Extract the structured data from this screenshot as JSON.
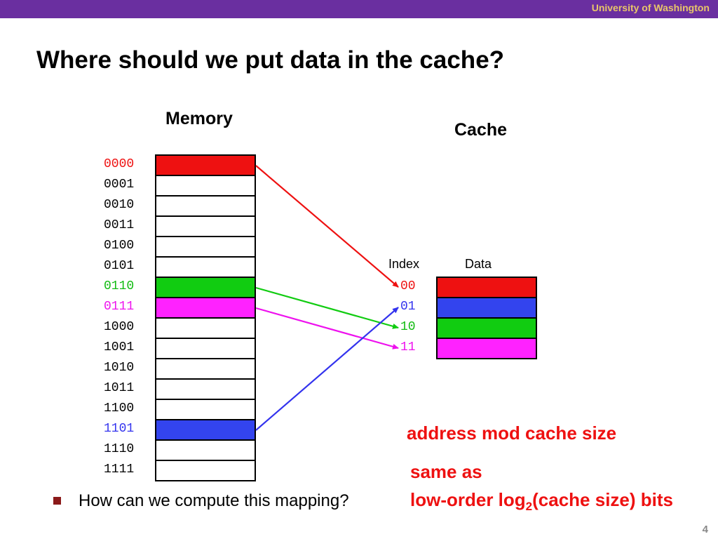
{
  "header": {
    "institution": "University of Washington"
  },
  "title": "Where should we put data in the cache?",
  "memory": {
    "label": "Memory",
    "addresses": [
      {
        "addr": "0000",
        "color": "#ee1111",
        "fill": "#ee1111"
      },
      {
        "addr": "0001",
        "color": "#000000",
        "fill": "#ffffff"
      },
      {
        "addr": "0010",
        "color": "#000000",
        "fill": "#ffffff"
      },
      {
        "addr": "0011",
        "color": "#000000",
        "fill": "#ffffff"
      },
      {
        "addr": "0100",
        "color": "#000000",
        "fill": "#ffffff"
      },
      {
        "addr": "0101",
        "color": "#000000",
        "fill": "#ffffff"
      },
      {
        "addr": "0110",
        "color": "#11bb11",
        "fill": "#11cc11"
      },
      {
        "addr": "0111",
        "color": "#ee11ee",
        "fill": "#ff22ff"
      },
      {
        "addr": "1000",
        "color": "#000000",
        "fill": "#ffffff"
      },
      {
        "addr": "1001",
        "color": "#000000",
        "fill": "#ffffff"
      },
      {
        "addr": "1010",
        "color": "#000000",
        "fill": "#ffffff"
      },
      {
        "addr": "1011",
        "color": "#000000",
        "fill": "#ffffff"
      },
      {
        "addr": "1100",
        "color": "#000000",
        "fill": "#ffffff"
      },
      {
        "addr": "1101",
        "color": "#3333ee",
        "fill": "#3344ee"
      },
      {
        "addr": "1110",
        "color": "#000000",
        "fill": "#ffffff"
      },
      {
        "addr": "1111",
        "color": "#000000",
        "fill": "#ffffff"
      }
    ]
  },
  "cache": {
    "label": "Cache",
    "index_label": "Index",
    "data_label": "Data",
    "rows": [
      {
        "index": "00",
        "color": "#ee1111",
        "fill": "#ee1111"
      },
      {
        "index": "01",
        "color": "#3333ee",
        "fill": "#3344ee"
      },
      {
        "index": "10",
        "color": "#11bb11",
        "fill": "#11cc11"
      },
      {
        "index": "11",
        "color": "#ee11ee",
        "fill": "#ff22ff"
      }
    ]
  },
  "mappings": [
    {
      "from": "0000",
      "to": "00",
      "color": "#ee1111"
    },
    {
      "from": "0110",
      "to": "10",
      "color": "#11cc11"
    },
    {
      "from": "0111",
      "to": "11",
      "color": "#ee11ee"
    },
    {
      "from": "1101",
      "to": "01",
      "color": "#3333ee"
    }
  ],
  "notes": {
    "mod": "address mod cache size",
    "same_as": "same as",
    "low_order_prefix": "low-order log",
    "low_order_sub": "2",
    "low_order_suffix": "(cache size) bits"
  },
  "bullet": {
    "text": "How can we compute this mapping?"
  },
  "page_number": "4"
}
